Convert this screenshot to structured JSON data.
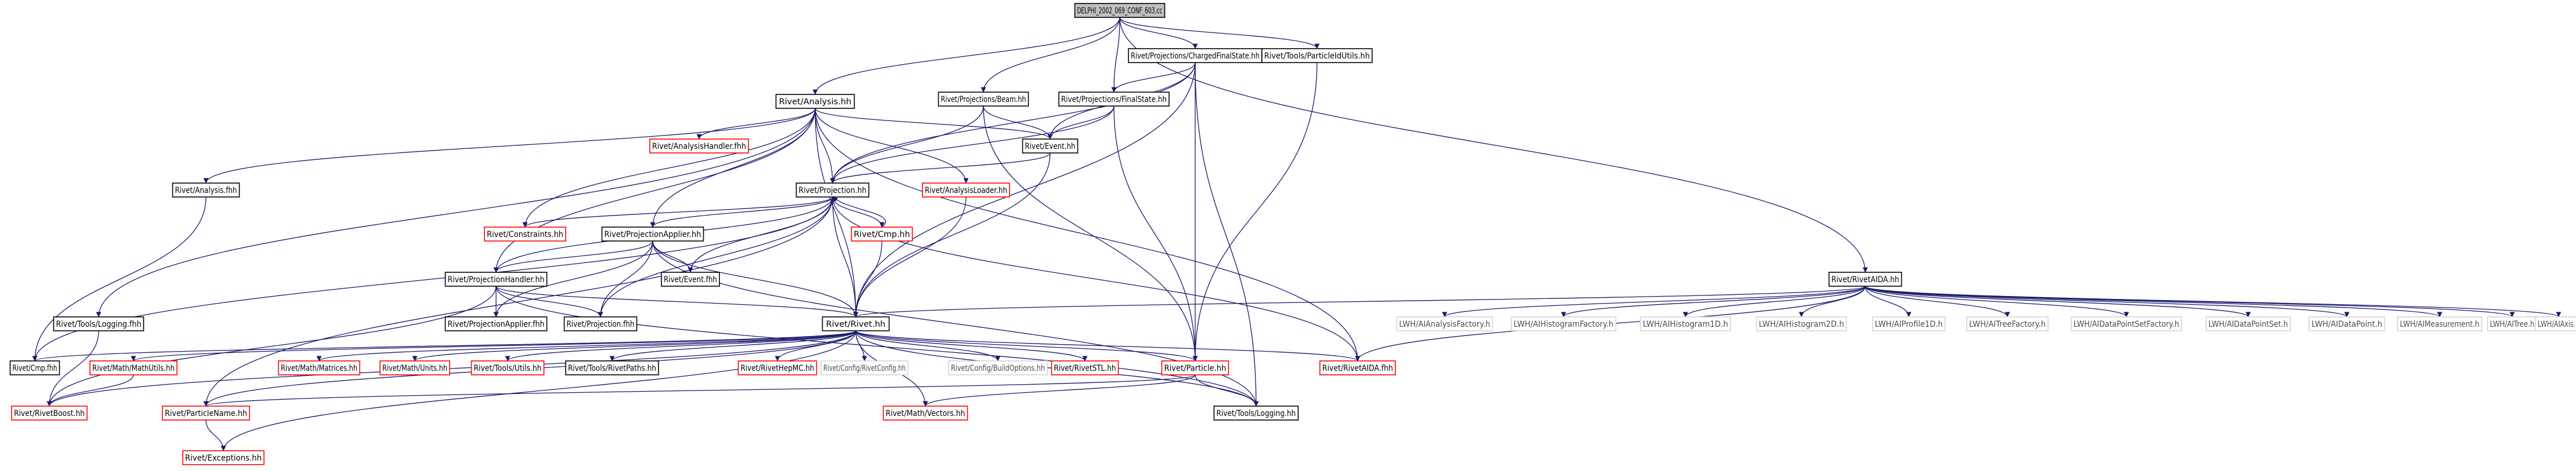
{
  "colors": {
    "edge": "#191970",
    "root_fill": "#bfbfbf",
    "box_fill": "#ffffff",
    "normal_border": "#000000",
    "truncated_border": "#ff0000",
    "external_border": "#d3d3d3",
    "text": "#000000",
    "external_text": "#4a4a4a"
  },
  "nodes": [
    {
      "id": "root",
      "label": "DELPHI_2002_069_CONF_603.cc",
      "style": "root"
    },
    {
      "id": "cfs",
      "label": "Rivet/Projections/ChargedFinalState.hh",
      "style": "normal"
    },
    {
      "id": "putils",
      "label": "Rivet/Tools/ParticleIdUtils.hh",
      "style": "normal"
    },
    {
      "id": "analysis",
      "label": "Rivet/Analysis.hh",
      "style": "normal"
    },
    {
      "id": "beam",
      "label": "Rivet/Projections/Beam.hh",
      "style": "normal"
    },
    {
      "id": "fs",
      "label": "Rivet/Projections/FinalState.hh",
      "style": "normal"
    },
    {
      "id": "ahandler",
      "label": "Rivet/AnalysisHandler.fhh",
      "style": "truncated"
    },
    {
      "id": "event",
      "label": "Rivet/Event.hh",
      "style": "normal"
    },
    {
      "id": "analysisfhh",
      "label": "Rivet/Analysis.fhh",
      "style": "normal"
    },
    {
      "id": "projection",
      "label": "Rivet/Projection.hh",
      "style": "normal"
    },
    {
      "id": "aloader",
      "label": "Rivet/AnalysisLoader.hh",
      "style": "truncated"
    },
    {
      "id": "constraints",
      "label": "Rivet/Constraints.hh",
      "style": "truncated"
    },
    {
      "id": "papplier",
      "label": "Rivet/ProjectionApplier.hh",
      "style": "normal"
    },
    {
      "id": "cmphh",
      "label": "Rivet/Cmp.hh",
      "style": "truncated"
    },
    {
      "id": "phandler",
      "label": "Rivet/ProjectionHandler.hh",
      "style": "normal"
    },
    {
      "id": "eventfhh",
      "label": "Rivet/Event.fhh",
      "style": "normal"
    },
    {
      "id": "tlogfhh",
      "label": "Rivet/Tools/Logging.fhh",
      "style": "normal"
    },
    {
      "id": "papplierfhh",
      "label": "Rivet/ProjectionApplier.fhh",
      "style": "normal"
    },
    {
      "id": "projfhh",
      "label": "Rivet/Projection.fhh",
      "style": "normal"
    },
    {
      "id": "rivethh",
      "label": "Rivet/Rivet.hh",
      "style": "normal"
    },
    {
      "id": "aida",
      "label": "Rivet/RivetAIDA.hh",
      "style": "normal"
    },
    {
      "id": "cmpfhh",
      "label": "Rivet/Cmp.fhh",
      "style": "normal"
    },
    {
      "id": "mathutils",
      "label": "Rivet/Math/MathUtils.hh",
      "style": "truncated"
    },
    {
      "id": "matrices",
      "label": "Rivet/Math/Matrices.hh",
      "style": "truncated"
    },
    {
      "id": "units",
      "label": "Rivet/Math/Units.hh",
      "style": "truncated"
    },
    {
      "id": "tutils",
      "label": "Rivet/Tools/Utils.hh",
      "style": "truncated"
    },
    {
      "id": "rpaths",
      "label": "Rivet/Tools/RivetPaths.hh",
      "style": "normal"
    },
    {
      "id": "hepmc",
      "label": "Rivet/RivetHepMC.hh",
      "style": "truncated"
    },
    {
      "id": "rconfig",
      "label": "Rivet/Config/RivetConfig.hh",
      "style": "external"
    },
    {
      "id": "bconfig",
      "label": "Rivet/Config/BuildOptions.hh",
      "style": "external"
    },
    {
      "id": "stl",
      "label": "Rivet/RivetSTL.hh",
      "style": "truncated"
    },
    {
      "id": "particle",
      "label": "Rivet/Particle.hh",
      "style": "truncated"
    },
    {
      "id": "aidahh",
      "label": "Rivet/RivetAIDA.fhh",
      "style": "truncated"
    },
    {
      "id": "boost",
      "label": "Rivet/RivetBoost.hh",
      "style": "truncated"
    },
    {
      "id": "pname",
      "label": "Rivet/ParticleName.hh",
      "style": "truncated"
    },
    {
      "id": "vectors",
      "label": "Rivet/Math/Vectors.hh",
      "style": "truncated"
    },
    {
      "id": "tlog",
      "label": "Rivet/Tools/Logging.hh",
      "style": "normal"
    },
    {
      "id": "exceptions",
      "label": "Rivet/Exceptions.hh",
      "style": "truncated"
    },
    {
      "id": "lwh1",
      "label": "LWH/AIAnalysisFactory.h",
      "style": "external"
    },
    {
      "id": "lwh2",
      "label": "LWH/AIHistogramFactory.h",
      "style": "external"
    },
    {
      "id": "lwh3",
      "label": "LWH/AIHistogram1D.h",
      "style": "external"
    },
    {
      "id": "lwh4",
      "label": "LWH/AIHistogram2D.h",
      "style": "external"
    },
    {
      "id": "lwh5",
      "label": "LWH/AIProfile1D.h",
      "style": "external"
    },
    {
      "id": "lwh6",
      "label": "LWH/AITreeFactory.h",
      "style": "external"
    },
    {
      "id": "lwh7",
      "label": "LWH/AIDataPointSetFactory.h",
      "style": "external"
    },
    {
      "id": "lwh8",
      "label": "LWH/AIDataPointSet.h",
      "style": "external"
    },
    {
      "id": "lwh9",
      "label": "LWH/AIDataPoint.h",
      "style": "external"
    },
    {
      "id": "lwh10",
      "label": "LWH/AIMeasurement.h",
      "style": "external"
    },
    {
      "id": "lwh11",
      "label": "LWH/AITree.h",
      "style": "external"
    },
    {
      "id": "lwh12",
      "label": "LWH/AIAxis.h",
      "style": "external"
    }
  ],
  "edges": [
    [
      "root",
      "cfs"
    ],
    [
      "root",
      "putils"
    ],
    [
      "root",
      "analysis"
    ],
    [
      "root",
      "beam"
    ],
    [
      "root",
      "fs"
    ],
    [
      "root",
      "aida"
    ],
    [
      "cfs",
      "fs"
    ],
    [
      "cfs",
      "event"
    ],
    [
      "cfs",
      "projection"
    ],
    [
      "cfs",
      "rivethh"
    ],
    [
      "cfs",
      "particle"
    ],
    [
      "cfs",
      "tlog"
    ],
    [
      "putils",
      "particle"
    ],
    [
      "analysis",
      "ahandler"
    ],
    [
      "analysis",
      "event"
    ],
    [
      "analysis",
      "analysisfhh"
    ],
    [
      "analysis",
      "projection"
    ],
    [
      "analysis",
      "aloader"
    ],
    [
      "analysis",
      "constraints"
    ],
    [
      "analysis",
      "papplier"
    ],
    [
      "analysis",
      "phandler"
    ],
    [
      "analysis",
      "tlogfhh"
    ],
    [
      "analysis",
      "rivethh"
    ],
    [
      "analysis",
      "aidahh"
    ],
    [
      "beam",
      "event"
    ],
    [
      "beam",
      "projection"
    ],
    [
      "beam",
      "particle"
    ],
    [
      "fs",
      "event"
    ],
    [
      "fs",
      "projection"
    ],
    [
      "fs",
      "particle"
    ],
    [
      "event",
      "projection"
    ],
    [
      "event",
      "rivethh"
    ],
    [
      "analysisfhh",
      "cmpfhh"
    ],
    [
      "projection",
      "constraints"
    ],
    [
      "projection",
      "papplier"
    ],
    [
      "projection",
      "cmphh"
    ],
    [
      "projection",
      "phandler"
    ],
    [
      "projection",
      "eventfhh"
    ],
    [
      "projection",
      "projfhh"
    ],
    [
      "projection",
      "rivethh"
    ],
    [
      "projection",
      "cmpfhh"
    ],
    [
      "projection",
      "pname"
    ],
    [
      "projection",
      "aidahh"
    ],
    [
      "aloader",
      "rivethh"
    ],
    [
      "papplier",
      "phandler"
    ],
    [
      "papplier",
      "eventfhh"
    ],
    [
      "papplier",
      "papplierfhh"
    ],
    [
      "papplier",
      "projfhh"
    ],
    [
      "papplier",
      "rivethh"
    ],
    [
      "papplier",
      "tlog"
    ],
    [
      "cmphh",
      "rivethh"
    ],
    [
      "cmphh",
      "projection"
    ],
    [
      "phandler",
      "papplierfhh"
    ],
    [
      "phandler",
      "projfhh"
    ],
    [
      "phandler",
      "rivethh"
    ],
    [
      "phandler",
      "boost"
    ],
    [
      "phandler",
      "tlog"
    ],
    [
      "tlogfhh",
      "boost"
    ],
    [
      "rivethh",
      "cmpfhh"
    ],
    [
      "rivethh",
      "mathutils"
    ],
    [
      "rivethh",
      "matrices"
    ],
    [
      "rivethh",
      "units"
    ],
    [
      "rivethh",
      "tutils"
    ],
    [
      "rivethh",
      "rpaths"
    ],
    [
      "rivethh",
      "hepmc"
    ],
    [
      "rivethh",
      "rconfig"
    ],
    [
      "rivethh",
      "bconfig"
    ],
    [
      "rivethh",
      "stl"
    ],
    [
      "rivethh",
      "particle"
    ],
    [
      "rivethh",
      "aidahh"
    ],
    [
      "rivethh",
      "boost"
    ],
    [
      "rivethh",
      "pname"
    ],
    [
      "rivethh",
      "vectors"
    ],
    [
      "rivethh",
      "tlog"
    ],
    [
      "rivethh",
      "exceptions"
    ],
    [
      "mathutils",
      "boost"
    ],
    [
      "particle",
      "pname"
    ],
    [
      "particle",
      "vectors"
    ],
    [
      "particle",
      "tlog"
    ],
    [
      "pname",
      "exceptions"
    ],
    [
      "aida",
      "rivethh"
    ],
    [
      "aida",
      "aidahh"
    ],
    [
      "aida",
      "lwh1"
    ],
    [
      "aida",
      "lwh2"
    ],
    [
      "aida",
      "lwh3"
    ],
    [
      "aida",
      "lwh4"
    ],
    [
      "aida",
      "lwh5"
    ],
    [
      "aida",
      "lwh6"
    ],
    [
      "aida",
      "lwh7"
    ],
    [
      "aida",
      "lwh8"
    ],
    [
      "aida",
      "lwh9"
    ],
    [
      "aida",
      "lwh10"
    ],
    [
      "aida",
      "lwh11"
    ],
    [
      "aida",
      "lwh12"
    ]
  ]
}
